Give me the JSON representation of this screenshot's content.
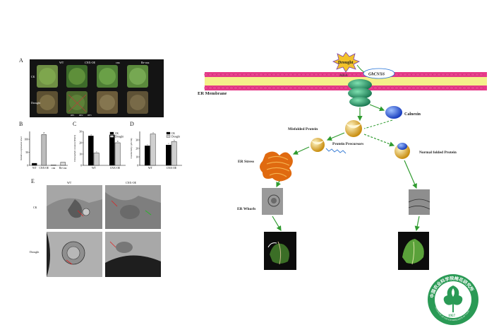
{
  "left_figure": {
    "panel_a": {
      "letter": "A",
      "columns": [
        "WT",
        "CNX-OE",
        "cnx",
        "Re-cnx"
      ],
      "rows": [
        "CK",
        "Drought"
      ],
      "plant_labels": [
        "OE1",
        "OE2",
        "OE3"
      ]
    },
    "panel_b": {
      "letter": "B",
      "ylabel": "Relative expression level",
      "yticks": [
        "0",
        "50",
        "100"
      ],
      "categories": [
        "WT",
        "CNX-OE",
        "cnx",
        "Re-cnx"
      ],
      "sig_label": "a"
    },
    "panel_c": {
      "letter": "C",
      "ylabel": "Chlorophyll content (SPAD)",
      "yticks": [
        "0",
        "10",
        "20",
        "30"
      ],
      "legend": [
        "CK",
        "Drought"
      ],
      "categories": [
        "WT",
        "CNX-OE"
      ],
      "letters": [
        "a",
        "c",
        "a",
        "b"
      ]
    },
    "panel_d": {
      "letter": "D",
      "ylabel": "Conductivity (μS/cm)",
      "yticks": [
        "0",
        "10",
        "20",
        "30"
      ],
      "legend": [
        "CK",
        "Drought"
      ],
      "categories": [
        "WT",
        "CNX-OE"
      ],
      "letters": [
        "c",
        "a",
        "c",
        "b"
      ]
    },
    "panel_e": {
      "letter": "E",
      "columns": [
        "WT",
        "CNX-OE"
      ],
      "rows": [
        "CK",
        "Drought"
      ]
    }
  },
  "chart_data": [
    {
      "type": "bar",
      "panel": "B",
      "title": "",
      "ylabel": "Relative expression level",
      "categories": [
        "WT",
        "CNX-OE",
        "cnx",
        "Re-cnx"
      ],
      "values": [
        8,
        118,
        2,
        12
      ],
      "ylim": [
        0,
        130
      ],
      "colors": [
        "#000000",
        "#bdbdbd",
        "#ffffff",
        "#d9d9d9"
      ]
    },
    {
      "type": "bar",
      "panel": "C",
      "title": "",
      "ylabel": "Chlorophyll content (SPAD)",
      "categories": [
        "WT",
        "CNX-OE"
      ],
      "series": [
        {
          "name": "CK",
          "values": [
            26,
            27
          ],
          "color": "#000000"
        },
        {
          "name": "Drought",
          "values": [
            11,
            20
          ],
          "color": "#cfcfcf"
        }
      ],
      "ylim": [
        0,
        30
      ]
    },
    {
      "type": "bar",
      "panel": "D",
      "title": "",
      "ylabel": "Conductivity (μS/cm)",
      "categories": [
        "WT",
        "CNX-OE"
      ],
      "series": [
        {
          "name": "CK",
          "values": [
            23,
            24
          ],
          "color": "#000000"
        },
        {
          "name": "Drought",
          "values": [
            37,
            28
          ],
          "color": "#cfcfcf"
        }
      ],
      "ylim": [
        0,
        40
      ]
    }
  ],
  "diagram": {
    "drought": "Drought",
    "aba": "ABA",
    "gene": "GhCNX6",
    "er_membrane": "ER Membrane",
    "calnexin": "Calnexin",
    "misfolded": "Misfolded Protein",
    "precursors": "Protein Precursors",
    "normal": "Normal folded Protein",
    "er_stress": "ER Stress",
    "er_whorls": "ER Whorls",
    "colors": {
      "membrane": "#e83a8a",
      "membrane_inner": "#f4f08a",
      "arrow": "#2f9b2f",
      "channel": "#1f8a5a",
      "calnexin": "#1f4fd6",
      "protein": "#d9a21b",
      "er_stress": "#e06a10",
      "burst": "#f2c22a"
    }
  },
  "logo": {
    "text_cn": "中国农业科学院棉花研究所",
    "text_en": "INSTITUTE OF COTTON RESEARCH OF CAAS",
    "year": "1957",
    "color": "#2a9a55"
  }
}
